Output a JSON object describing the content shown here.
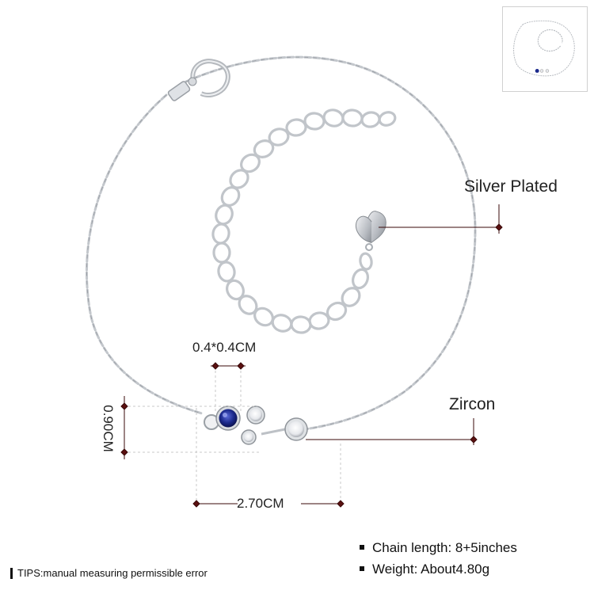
{
  "callouts": {
    "silver_plated": "Silver Plated",
    "zircon": "Zircon",
    "stone_size": "0.4*0.4CM",
    "height": "0.90CM",
    "length": "2.70CM"
  },
  "specs": [
    {
      "text": "Chain length: 8+5inches"
    },
    {
      "text": "Weight: About4.80g"
    }
  ],
  "tips": "TIPS:manual measuring permissible error",
  "colors": {
    "silver": "#c9ccd1",
    "sapphire": "#1c2a8c",
    "dimension_line": "#5a1010"
  }
}
